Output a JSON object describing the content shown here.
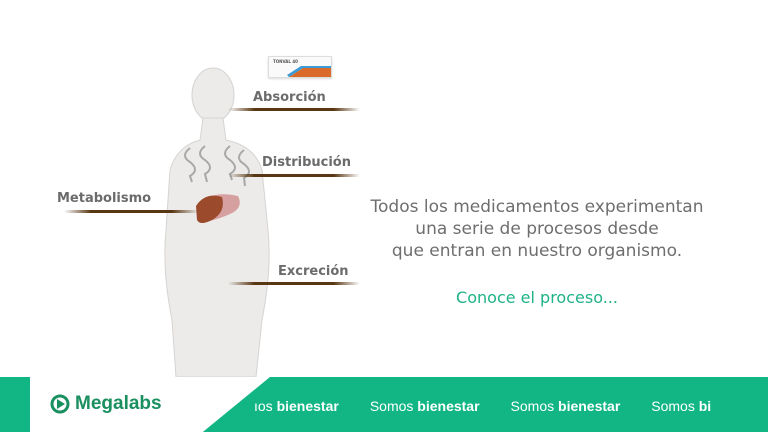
{
  "diagram": {
    "product_box": "TONVAL 40",
    "labels": {
      "absorcion": "Absorción",
      "distribucion": "Distribución",
      "metabolismo": "Metabolismo",
      "excrecion": "Excreción"
    }
  },
  "main": {
    "lines": [
      "Todos los medicamentos experimentan",
      "una serie de procesos desde",
      "que entran en nuestro organismo."
    ],
    "cta": "Conoce el proceso..."
  },
  "footer": {
    "brand": "Megalabs",
    "ticker": [
      {
        "prefix": "ıos",
        "bold": "bienestar"
      },
      {
        "prefix": "Somos",
        "bold": "bienestar"
      },
      {
        "prefix": "Somos",
        "bold": "bienestar"
      },
      {
        "prefix": "Somos",
        "bold": "bi"
      }
    ]
  },
  "colors": {
    "brand_green": "#12b584",
    "cta_green": "#1fb287",
    "line_brown": "#5a3714"
  }
}
